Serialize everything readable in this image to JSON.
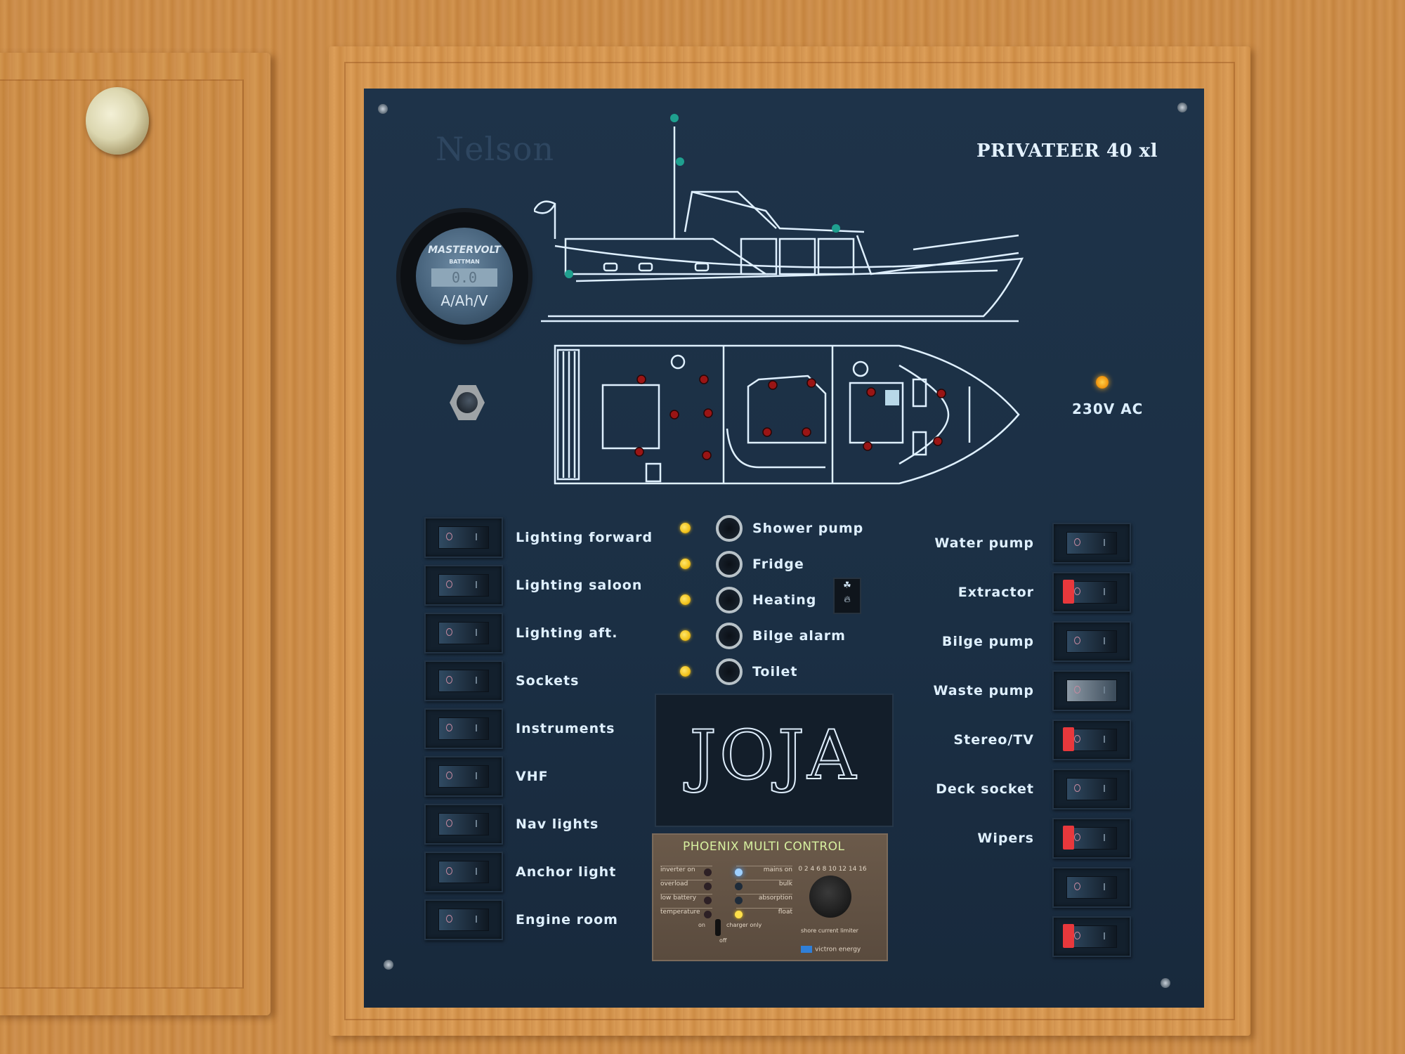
{
  "panel": {
    "brand": "Nelson",
    "model": "PRIVATEER 40 xl",
    "colors": {
      "panel": "#1c3044",
      "label": "#dff0ff",
      "amber_led": "#f2c21b",
      "red_rocker": "#e8383c",
      "ac_led": "#f39a12",
      "wood": "#cd8e4b"
    }
  },
  "battery_monitor": {
    "brand": "MASTERVOLT",
    "model": "BATTMAN",
    "display": "0.0",
    "units": "A/Ah/V"
  },
  "ac_indicator": {
    "label": "230V AC",
    "state": "on"
  },
  "left_switches": [
    {
      "label": "Lighting forward",
      "state": "off"
    },
    {
      "label": "Lighting saloon",
      "state": "off"
    },
    {
      "label": "Lighting aft.",
      "state": "off"
    },
    {
      "label": "Sockets",
      "state": "off"
    },
    {
      "label": "Instruments",
      "state": "off"
    },
    {
      "label": "VHF",
      "state": "off"
    },
    {
      "label": "Nav lights",
      "state": "off"
    },
    {
      "label": "Anchor light",
      "state": "off"
    },
    {
      "label": "Engine room",
      "state": "off"
    }
  ],
  "center_indicators": [
    {
      "label": "Shower pump",
      "led": "amber"
    },
    {
      "label": "Fridge",
      "led": "amber"
    },
    {
      "label": "Heating",
      "led": "amber"
    },
    {
      "label": "Bilge alarm",
      "led": "amber"
    },
    {
      "label": "Toilet",
      "led": "amber"
    }
  ],
  "heating_mode_switch": {
    "top": "fan",
    "bottom": "flame"
  },
  "right_switches": [
    {
      "label": "Water pump",
      "state": "off"
    },
    {
      "label": "Extractor",
      "state": "on"
    },
    {
      "label": "Bilge pump",
      "state": "off"
    },
    {
      "label": "Waste pump",
      "state": "off"
    },
    {
      "label": "Stereo/TV",
      "state": "on"
    },
    {
      "label": "Deck socket",
      "state": "off"
    },
    {
      "label": "Wipers",
      "state": "on"
    },
    {
      "label": "",
      "state": "off"
    },
    {
      "label": "",
      "state": "on"
    }
  ],
  "name_plate": {
    "name": "JOJA"
  },
  "phoenix": {
    "title": "PHOENIX MULTI CONTROL",
    "left_leds": [
      {
        "label": "inverter on",
        "lit": false
      },
      {
        "label": "overload",
        "lit": false
      },
      {
        "label": "low battery",
        "lit": false
      },
      {
        "label": "temperature",
        "lit": false
      }
    ],
    "right_leds": [
      {
        "label": "mains on",
        "lit": "blue"
      },
      {
        "label": "bulk",
        "lit": false
      },
      {
        "label": "absorption",
        "lit": false
      },
      {
        "label": "float",
        "lit": "yellow"
      }
    ],
    "switch": {
      "left": "on",
      "right": "charger only",
      "bottom": "off"
    },
    "dial_scale": "0 2 4 6 8 10 12 14 16",
    "dial_label": "shore current limiter",
    "maker": "victron energy"
  }
}
